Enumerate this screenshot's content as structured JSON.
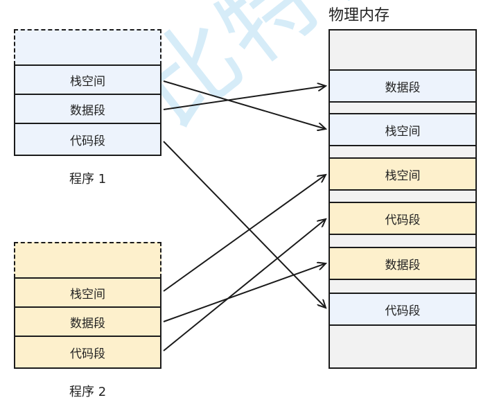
{
  "watermark": "比特就",
  "memory": {
    "title": "物理内存",
    "segments": [
      "数据段",
      "栈空间",
      "栈空间",
      "代码段",
      "数据段",
      "代码段"
    ]
  },
  "program1": {
    "label": "程序 1",
    "segments": [
      "栈空间",
      "数据段",
      "代码段"
    ]
  },
  "program2": {
    "label": "程序 2",
    "segments": [
      "栈空间",
      "数据段",
      "代码段"
    ]
  },
  "colors": {
    "program1": "#edf3fc",
    "program2": "#fdf0cc",
    "free": "#f2f2f2",
    "stroke": "#1a1a1a"
  }
}
